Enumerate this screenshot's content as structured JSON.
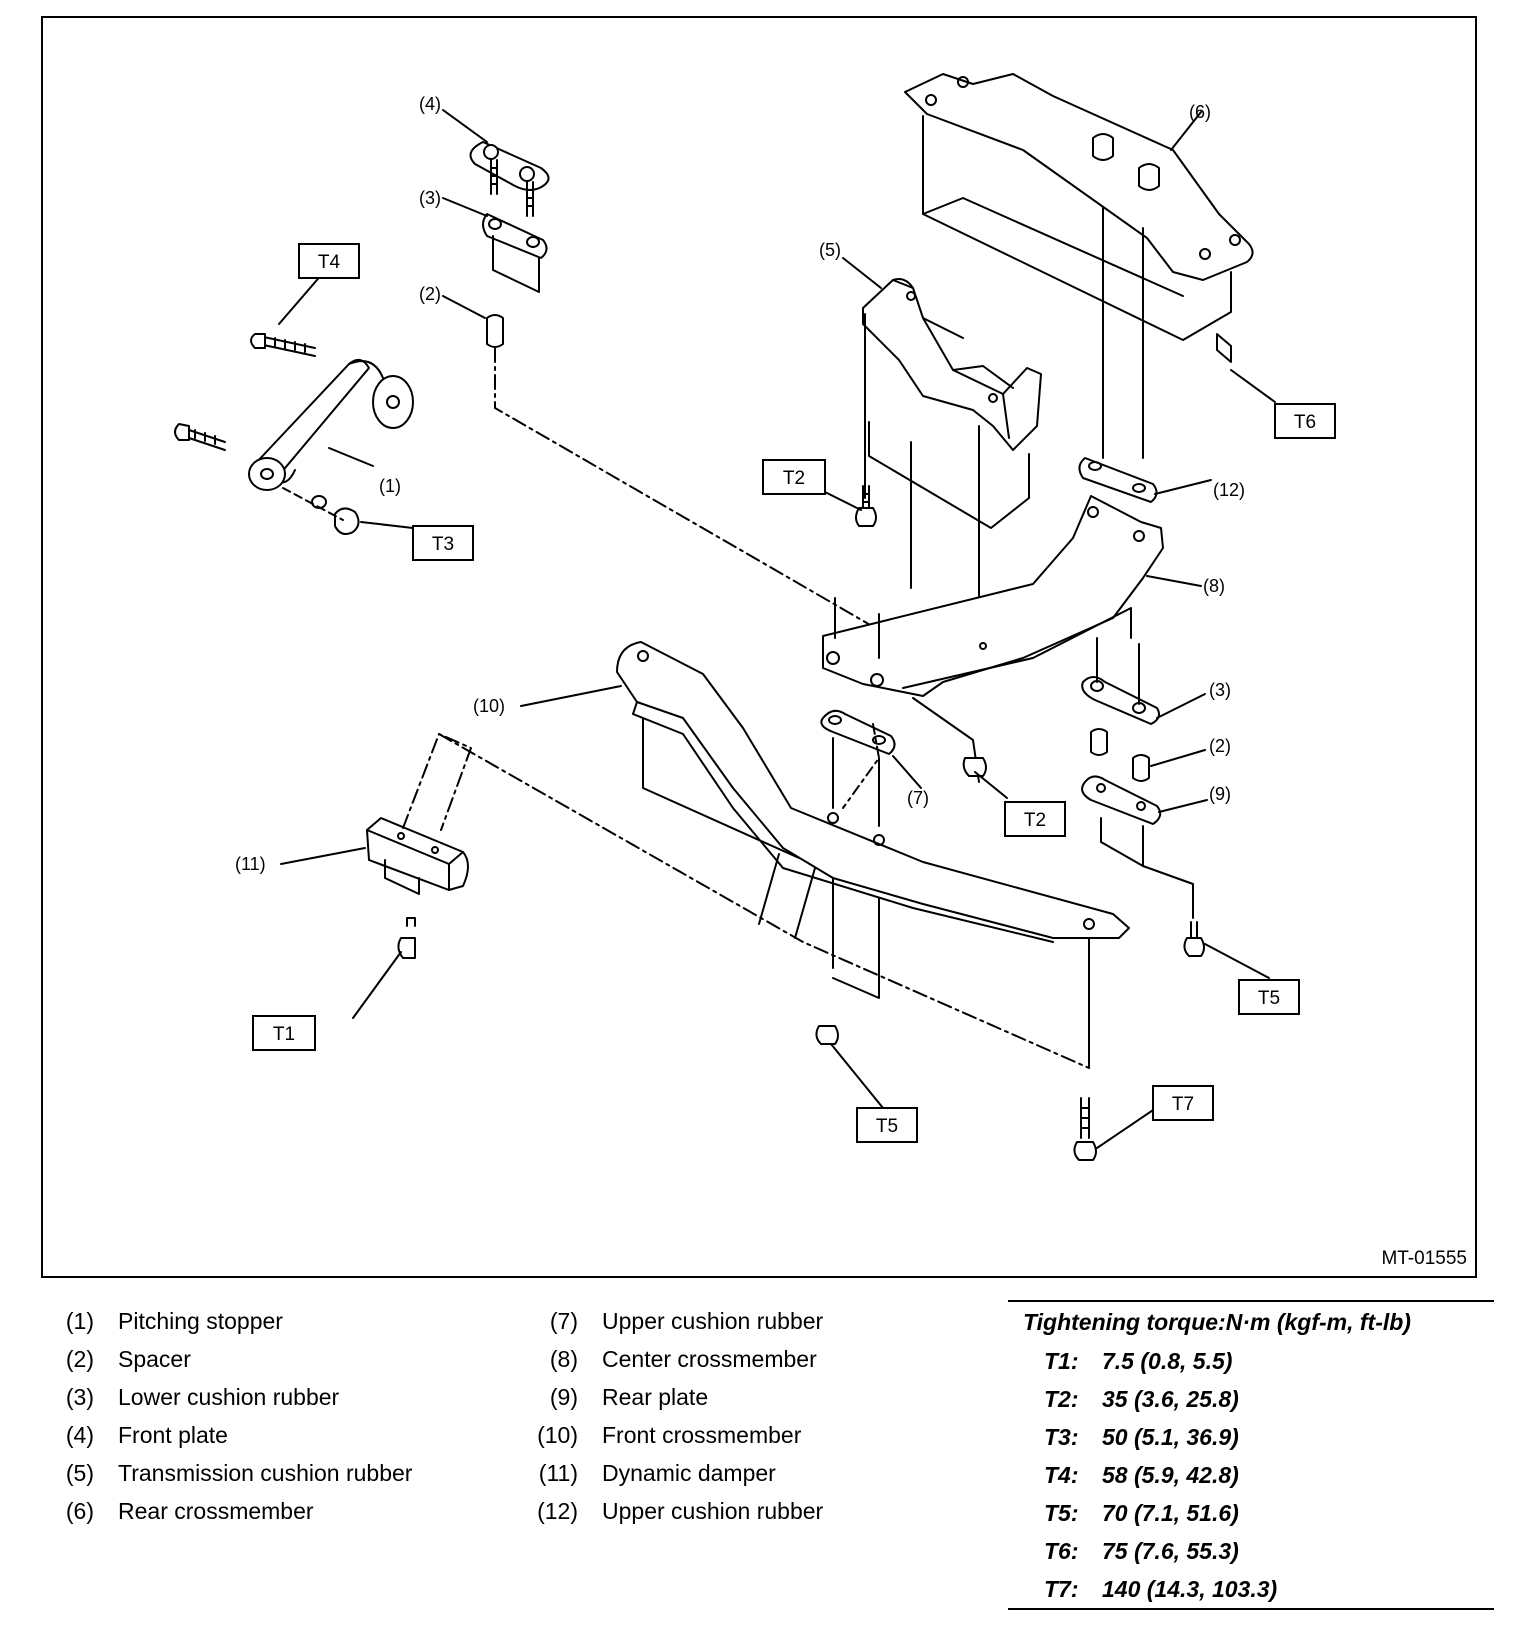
{
  "figure": {
    "id": "MT-01555",
    "callouts": {
      "c1": "(1)",
      "c2a": "(2)",
      "c2b": "(2)",
      "c3a": "(3)",
      "c3b": "(3)",
      "c4": "(4)",
      "c5": "(5)",
      "c6": "(6)",
      "c7": "(7)",
      "c8": "(8)",
      "c9": "(9)",
      "c10": "(10)",
      "c11": "(11)",
      "c12": "(12)"
    },
    "torque_tags": {
      "t1": "T1",
      "t2a": "T2",
      "t2b": "T2",
      "t3": "T3",
      "t4": "T4",
      "t5a": "T5",
      "t5b": "T5",
      "t6": "T6",
      "t7": "T7"
    }
  },
  "legend": {
    "left": [
      {
        "num": "(1)",
        "name": "Pitching stopper"
      },
      {
        "num": "(2)",
        "name": "Spacer"
      },
      {
        "num": "(3)",
        "name": "Lower cushion rubber"
      },
      {
        "num": "(4)",
        "name": "Front plate"
      },
      {
        "num": "(5)",
        "name": "Transmission cushion rubber"
      },
      {
        "num": "(6)",
        "name": "Rear crossmember"
      }
    ],
    "right": [
      {
        "num": "(7)",
        "name": "Upper cushion rubber"
      },
      {
        "num": "(8)",
        "name": "Center crossmember"
      },
      {
        "num": "(9)",
        "name": "Rear plate"
      },
      {
        "num": "(10)",
        "name": "Front crossmember"
      },
      {
        "num": "(11)",
        "name": "Dynamic damper"
      },
      {
        "num": "(12)",
        "name": "Upper cushion rubber"
      }
    ]
  },
  "torque": {
    "title": "Tightening torque:N·m (kgf-m, ft-lb)",
    "rows": [
      {
        "code": "T1:",
        "value": "7.5 (0.8, 5.5)"
      },
      {
        "code": "T2:",
        "value": "35 (3.6, 25.8)"
      },
      {
        "code": "T3:",
        "value": "50 (5.1, 36.9)"
      },
      {
        "code": "T4:",
        "value": "58 (5.9, 42.8)"
      },
      {
        "code": "T5:",
        "value": "70 (7.1, 51.6)"
      },
      {
        "code": "T6:",
        "value": "75 (7.6, 55.3)"
      },
      {
        "code": "T7:",
        "value": "140 (14.3, 103.3)"
      }
    ]
  }
}
